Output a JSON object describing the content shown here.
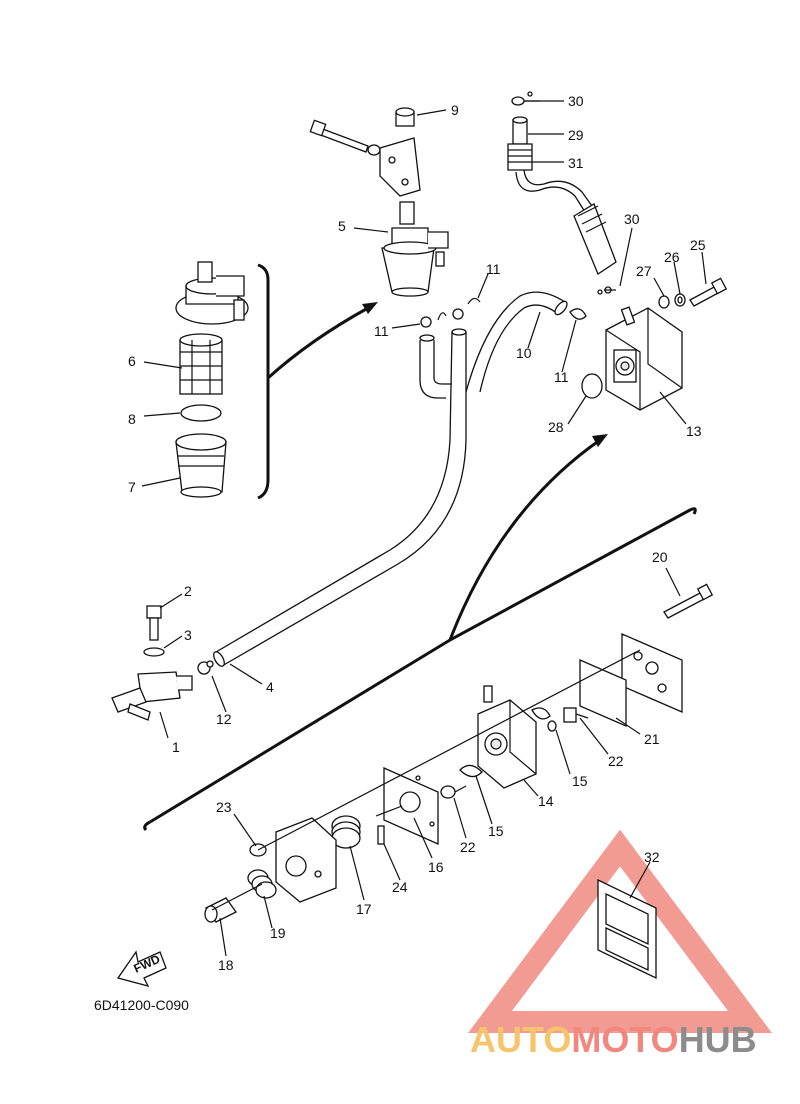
{
  "diagram_code": "6D41200-C090",
  "fwd_label": "FWD",
  "watermark": {
    "part_a": "AUTO",
    "part_b": "MOTO",
    "part_c": "HUB",
    "color_a": "#f6c46a",
    "color_b": "#f2877f",
    "color_c": "#8c8c8c",
    "triangle_color": "#f08a80"
  },
  "callouts": [
    {
      "id": "c1",
      "text": "1"
    },
    {
      "id": "c2",
      "text": "2"
    },
    {
      "id": "c3",
      "text": "3"
    },
    {
      "id": "c4",
      "text": "4"
    },
    {
      "id": "c5",
      "text": "5"
    },
    {
      "id": "c6",
      "text": "6"
    },
    {
      "id": "c7",
      "text": "7"
    },
    {
      "id": "c8",
      "text": "8"
    },
    {
      "id": "c9",
      "text": "9"
    },
    {
      "id": "c10",
      "text": "10"
    },
    {
      "id": "c11a",
      "text": "11"
    },
    {
      "id": "c11b",
      "text": "11"
    },
    {
      "id": "c11c",
      "text": "11"
    },
    {
      "id": "c12",
      "text": "12"
    },
    {
      "id": "c13",
      "text": "13"
    },
    {
      "id": "c14",
      "text": "14"
    },
    {
      "id": "c15a",
      "text": "15"
    },
    {
      "id": "c15b",
      "text": "15"
    },
    {
      "id": "c16",
      "text": "16"
    },
    {
      "id": "c17",
      "text": "17"
    },
    {
      "id": "c18",
      "text": "18"
    },
    {
      "id": "c19",
      "text": "19"
    },
    {
      "id": "c20",
      "text": "20"
    },
    {
      "id": "c21",
      "text": "21"
    },
    {
      "id": "c22a",
      "text": "22"
    },
    {
      "id": "c22b",
      "text": "22"
    },
    {
      "id": "c23",
      "text": "23"
    },
    {
      "id": "c24",
      "text": "24"
    },
    {
      "id": "c25",
      "text": "25"
    },
    {
      "id": "c26",
      "text": "26"
    },
    {
      "id": "c27",
      "text": "27"
    },
    {
      "id": "c28",
      "text": "28"
    },
    {
      "id": "c29",
      "text": "29"
    },
    {
      "id": "c30a",
      "text": "30"
    },
    {
      "id": "c30b",
      "text": "30"
    },
    {
      "id": "c31",
      "text": "31"
    },
    {
      "id": "c32",
      "text": "32"
    }
  ]
}
